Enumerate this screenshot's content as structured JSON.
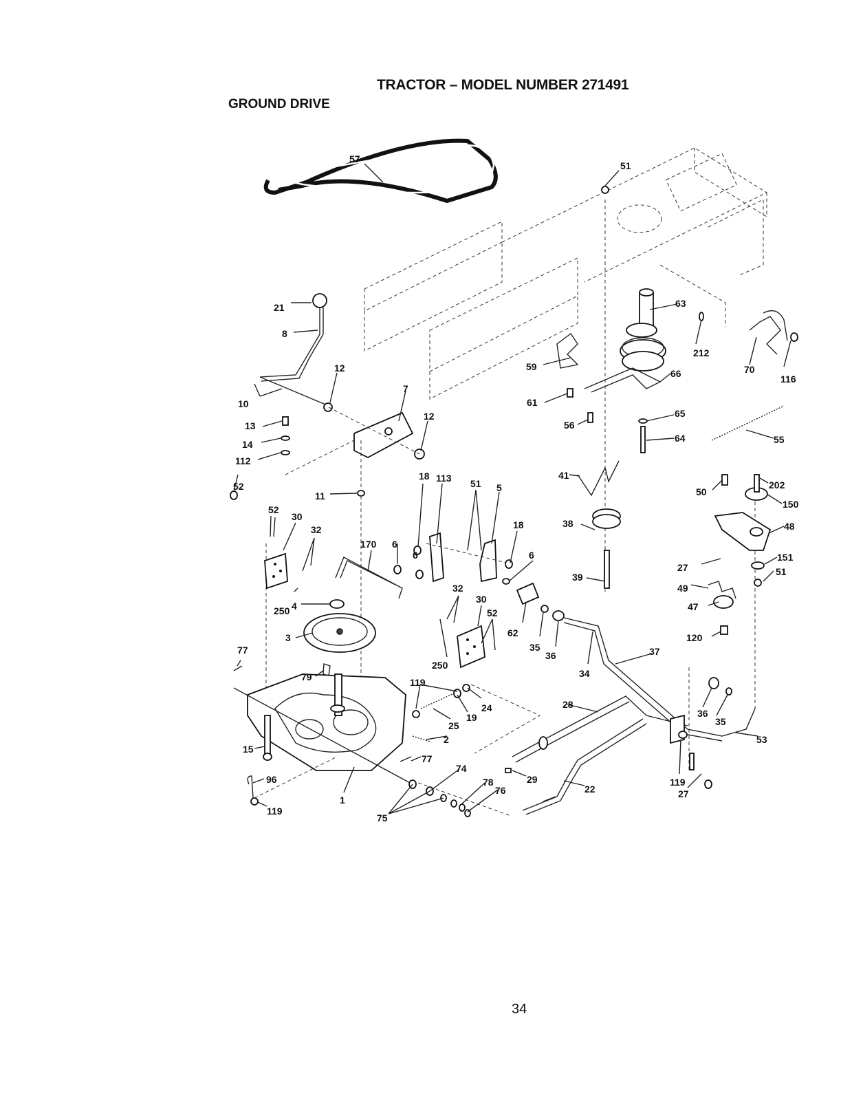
{
  "header": {
    "title": "TRACTOR – MODEL NUMBER 271491",
    "section": "GROUND DRIVE"
  },
  "footer": {
    "page_number": "34"
  },
  "callouts": [
    "57",
    "51",
    "21",
    "8",
    "12",
    "7",
    "10",
    "13",
    "14",
    "112",
    "12",
    "11",
    "52",
    "52",
    "30",
    "32",
    "170",
    "6",
    "18",
    "113",
    "51",
    "5",
    "18",
    "6",
    "6",
    "250",
    "4",
    "3",
    "32",
    "30",
    "52",
    "62",
    "35",
    "36",
    "250",
    "34",
    "37",
    "77",
    "79",
    "119",
    "24",
    "19",
    "25",
    "2",
    "77",
    "74",
    "78",
    "76",
    "75",
    "15",
    "96",
    "119",
    "1",
    "29",
    "22",
    "28",
    "119",
    "27",
    "36",
    "35",
    "53",
    "63",
    "212",
    "70",
    "116",
    "59",
    "61",
    "66",
    "56",
    "65",
    "64",
    "55",
    "41",
    "38",
    "39",
    "50",
    "202",
    "150",
    "48",
    "27",
    "151",
    "51",
    "49",
    "47",
    "120"
  ]
}
